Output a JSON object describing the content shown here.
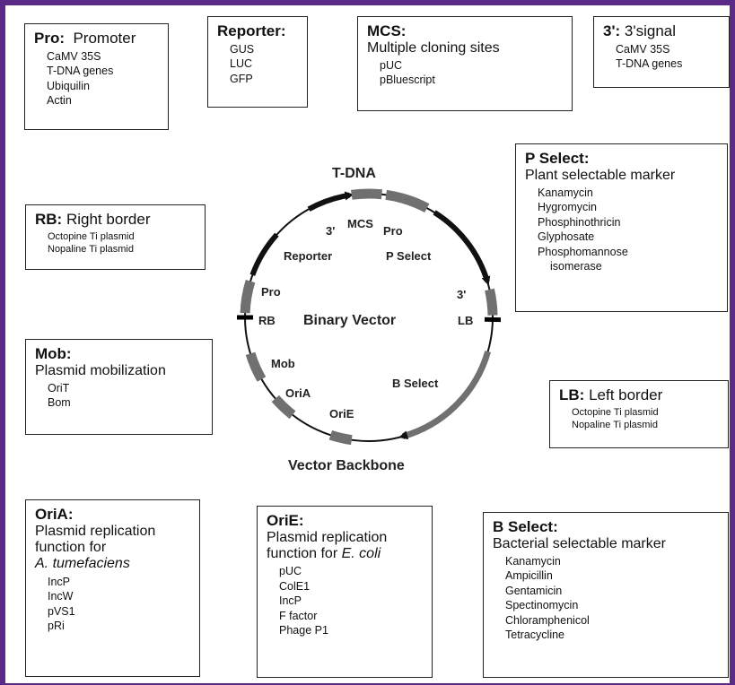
{
  "colors": {
    "frame": "#5b2a86",
    "segment": "#707070",
    "arrow": "#111111",
    "border_mark": "#000000"
  },
  "center": {
    "title": "Binary Vector",
    "top_label": "T-DNA",
    "bottom_label": "Vector Backbone"
  },
  "circle_labels": {
    "three_prime_left": "3'",
    "mcs": "MCS",
    "pro_top": "Pro",
    "reporter": "Reporter",
    "p_select": "P Select",
    "three_prime_right": "3'",
    "lb": "LB",
    "pro_left": "Pro",
    "rb": "RB",
    "mob": "Mob",
    "oria": "OriA",
    "orie": "OriE",
    "b_select": "B Select"
  },
  "boxes": {
    "pro": {
      "key": "Pro:",
      "title": "Promoter",
      "items": [
        "CaMV 35S",
        "T-DNA genes",
        "Ubiquilin",
        "Actin"
      ]
    },
    "reporter": {
      "key": "Reporter:",
      "items": [
        "GUS",
        "LUC",
        "GFP"
      ]
    },
    "mcs": {
      "key": "MCS:",
      "title": "Multiple cloning sites",
      "items": [
        "pUC",
        "pBluescript"
      ]
    },
    "three": {
      "key": "3':",
      "title": "3'signal",
      "items": [
        "CaMV 35S",
        "T-DNA genes"
      ]
    },
    "rb": {
      "key": "RB:",
      "title": "Right border",
      "items": [
        "Octopine Ti plasmid",
        "Nopaline Ti plasmid"
      ]
    },
    "pselect": {
      "key": "P Select:",
      "title": "Plant selectable marker",
      "items": [
        "Kanamycin",
        "Hygromycin",
        "Phosphinothricin",
        "Glyphosate",
        "Phosphomannose",
        "isomerase"
      ]
    },
    "mob": {
      "key": "Mob:",
      "title": "Plasmid mobilization",
      "items": [
        "OriT",
        "Bom"
      ]
    },
    "lb": {
      "key": "LB:",
      "title": "Left border",
      "items": [
        "Octopine Ti plasmid",
        "Nopaline Ti plasmid"
      ]
    },
    "oria": {
      "key": "OriA:",
      "line1": "Plasmid replication",
      "line2": "function for",
      "line3": "A. tumefaciens",
      "items": [
        "IncP",
        "IncW",
        "pVS1",
        "pRi"
      ]
    },
    "orie": {
      "key": "OriE:",
      "line1": "Plasmid replication",
      "line2": "function for ",
      "line2_italic": "E. coli",
      "items": [
        "pUC",
        "ColE1",
        "IncP",
        "F factor",
        "Phage P1"
      ]
    },
    "bselect": {
      "key": "B Select:",
      "title": "Bacterial selectable marker",
      "items": [
        "Kanamycin",
        "Ampicillin",
        "Gentamicin",
        "Spectinomycin",
        "Chloramphenicol",
        "Tetracycline"
      ]
    }
  }
}
